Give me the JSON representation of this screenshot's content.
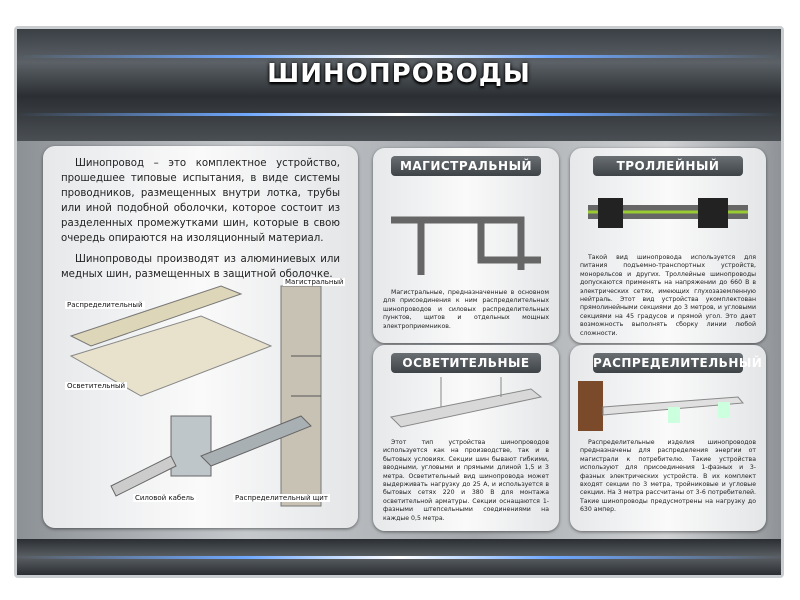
{
  "title": "ШИНОПРОВОДЫ",
  "intro": {
    "p1": "Шинопровод – это комплектное устройство, прошедшее типовые испытания, в виде системы проводников, размещенных внутри лотка, трубы или иной подобной оболочки, которое состоит из разделенных промежутками шин, которые в свою очередь опираются на изоляционный материал.",
    "p2": "Шинопроводы производят из алюминиевых или медных шин, размещенных в защитной оболочке.",
    "labels": [
      "Магистральный",
      "Распределительный",
      "Осветительный",
      "Силовой кабель",
      "Распределительный щит"
    ]
  },
  "panels": [
    {
      "title": "МАГИСТРАЛЬНЫЙ",
      "text": "Магистральные, предназначенные в основном для присоединения к ним распределительных шинопроводов и силовых распределительных пунктов, щитов и отдельных мощных электроприемников."
    },
    {
      "title": "ТРОЛЛЕЙНЫЙ",
      "text": "Такой вид шинопровода используется для питания подъемно-транспортных устройств, монорельсов и других. Троллейные шинопроводы допускаются применять на напряжении до 660 В в электрических сетях, имеющих глухозаземленную нейтраль. Этот вид устройства укомплектован прямолинейными секциями до 3 метров, и угловыми секциями на 45 градусов и прямой угол. Это дает возможность выполнять сборку линии любой сложности."
    },
    {
      "title": "ОСВЕТИТЕЛЬНЫЕ",
      "text": "Этот тип устройства шинопроводов используется как на производстве, так и в бытовых условиях. Секции шин бывают гибкими, вводными, угловыми и прямыми длиной 1,5 и 3 метра. Осветительный вид шинопровода может выдерживать нагрузку до 25 А, и используется в бытовых сетях 220 и 380 В для монтажа осветительной арматуры. Секции оснащаются 1-фазными штепсельными соединениями на каждые 0,5 метра."
    },
    {
      "title": "РАСПРЕДЕЛИТЕЛЬНЫЙ",
      "text": "Распределительные изделия шинопроводов предназначены для распределения энергии от магистрали к потребителю. Такие устройства используют для присоединения 1-фазных и 3-фазных электрических устройств. В их комплект входят секции по 3 метра, тройниковые и угловые секции. На 3 метра рассчитаны от 3-6 потребителей. Такие шинопроводы предусмотрены на нагрузку до 630 ампер."
    }
  ]
}
